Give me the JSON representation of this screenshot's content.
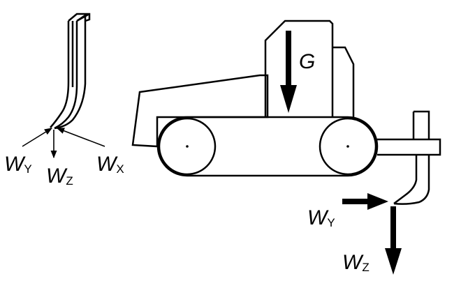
{
  "labels": {
    "force_gravity": "G",
    "tine_force_y": {
      "main": "W",
      "sub": "Y"
    },
    "tine_force_z": {
      "main": "W",
      "sub": "Z"
    },
    "tine_force_x": {
      "main": "W",
      "sub": "X"
    },
    "ripper_force_y": {
      "main": "W",
      "sub": "Y"
    },
    "ripper_force_z": {
      "main": "W",
      "sub": "Z"
    }
  },
  "colors": {
    "ink": "#000000",
    "background": "#ffffff"
  }
}
